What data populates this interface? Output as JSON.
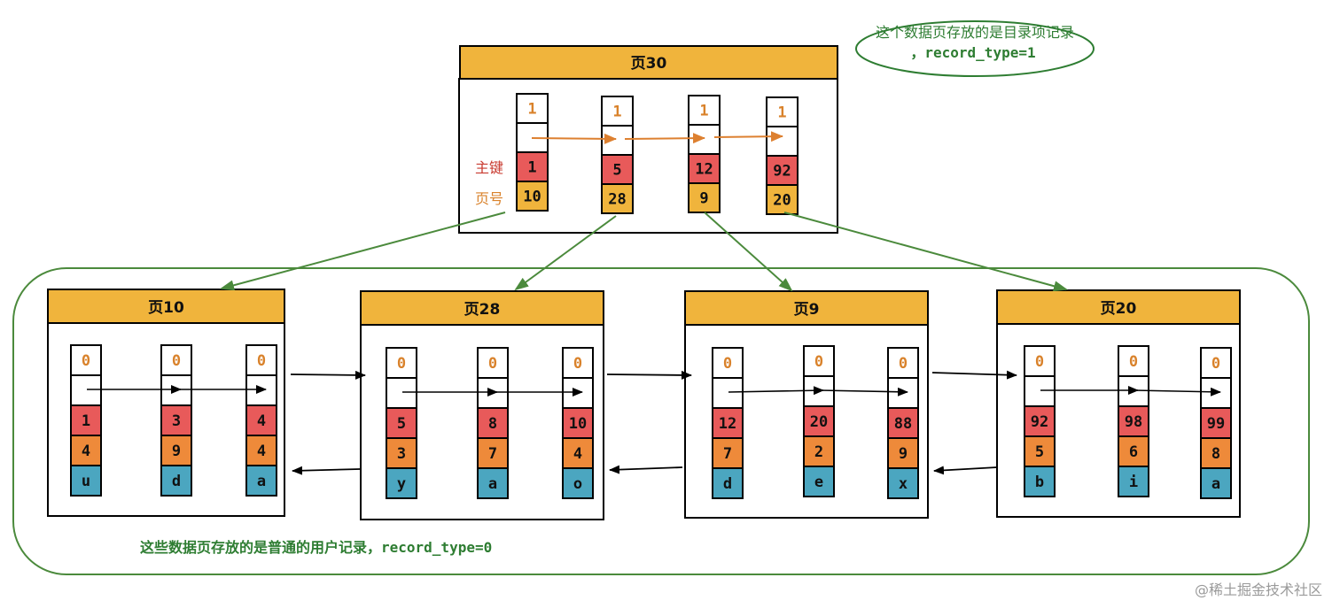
{
  "colors": {
    "header": "#f0b43c",
    "red": "#e85a5a",
    "orange": "#ee8a3a",
    "blue": "#4ba6c0",
    "arrow_green": "#4b8a3c",
    "arrow_orange": "#dd8030",
    "type_text_orange": "#d9822b",
    "note_green": "#2e7d32"
  },
  "root_page": {
    "title": "页30",
    "label_primary_key": "主键",
    "label_page_number": "页号",
    "records": [
      {
        "type": "1",
        "key": "1",
        "page": "10"
      },
      {
        "type": "1",
        "key": "5",
        "page": "28"
      },
      {
        "type": "1",
        "key": "12",
        "page": "9"
      },
      {
        "type": "1",
        "key": "92",
        "page": "20"
      }
    ]
  },
  "top_note": {
    "line1": "这个数据页存放的是目录项记录",
    "line2": "，record_type=1"
  },
  "leaf_pages": [
    {
      "title": "页10",
      "records": [
        {
          "type": "0",
          "c1": "1",
          "c2": "4",
          "c3": "u"
        },
        {
          "type": "0",
          "c1": "3",
          "c2": "9",
          "c3": "d"
        },
        {
          "type": "0",
          "c1": "4",
          "c2": "4",
          "c3": "a"
        }
      ]
    },
    {
      "title": "页28",
      "records": [
        {
          "type": "0",
          "c1": "5",
          "c2": "3",
          "c3": "y"
        },
        {
          "type": "0",
          "c1": "8",
          "c2": "7",
          "c3": "a"
        },
        {
          "type": "0",
          "c1": "10",
          "c2": "4",
          "c3": "o"
        }
      ]
    },
    {
      "title": "页9",
      "records": [
        {
          "type": "0",
          "c1": "12",
          "c2": "7",
          "c3": "d"
        },
        {
          "type": "0",
          "c1": "20",
          "c2": "2",
          "c3": "e"
        },
        {
          "type": "0",
          "c1": "88",
          "c2": "9",
          "c3": "x"
        }
      ]
    },
    {
      "title": "页20",
      "records": [
        {
          "type": "0",
          "c1": "92",
          "c2": "5",
          "c3": "b"
        },
        {
          "type": "0",
          "c1": "98",
          "c2": "6",
          "c3": "i"
        },
        {
          "type": "0",
          "c1": "99",
          "c2": "8",
          "c3": "a"
        }
      ]
    }
  ],
  "bottom_note": "这些数据页存放的是普通的用户记录，record_type=0",
  "watermark": "@稀土掘金技术社区"
}
